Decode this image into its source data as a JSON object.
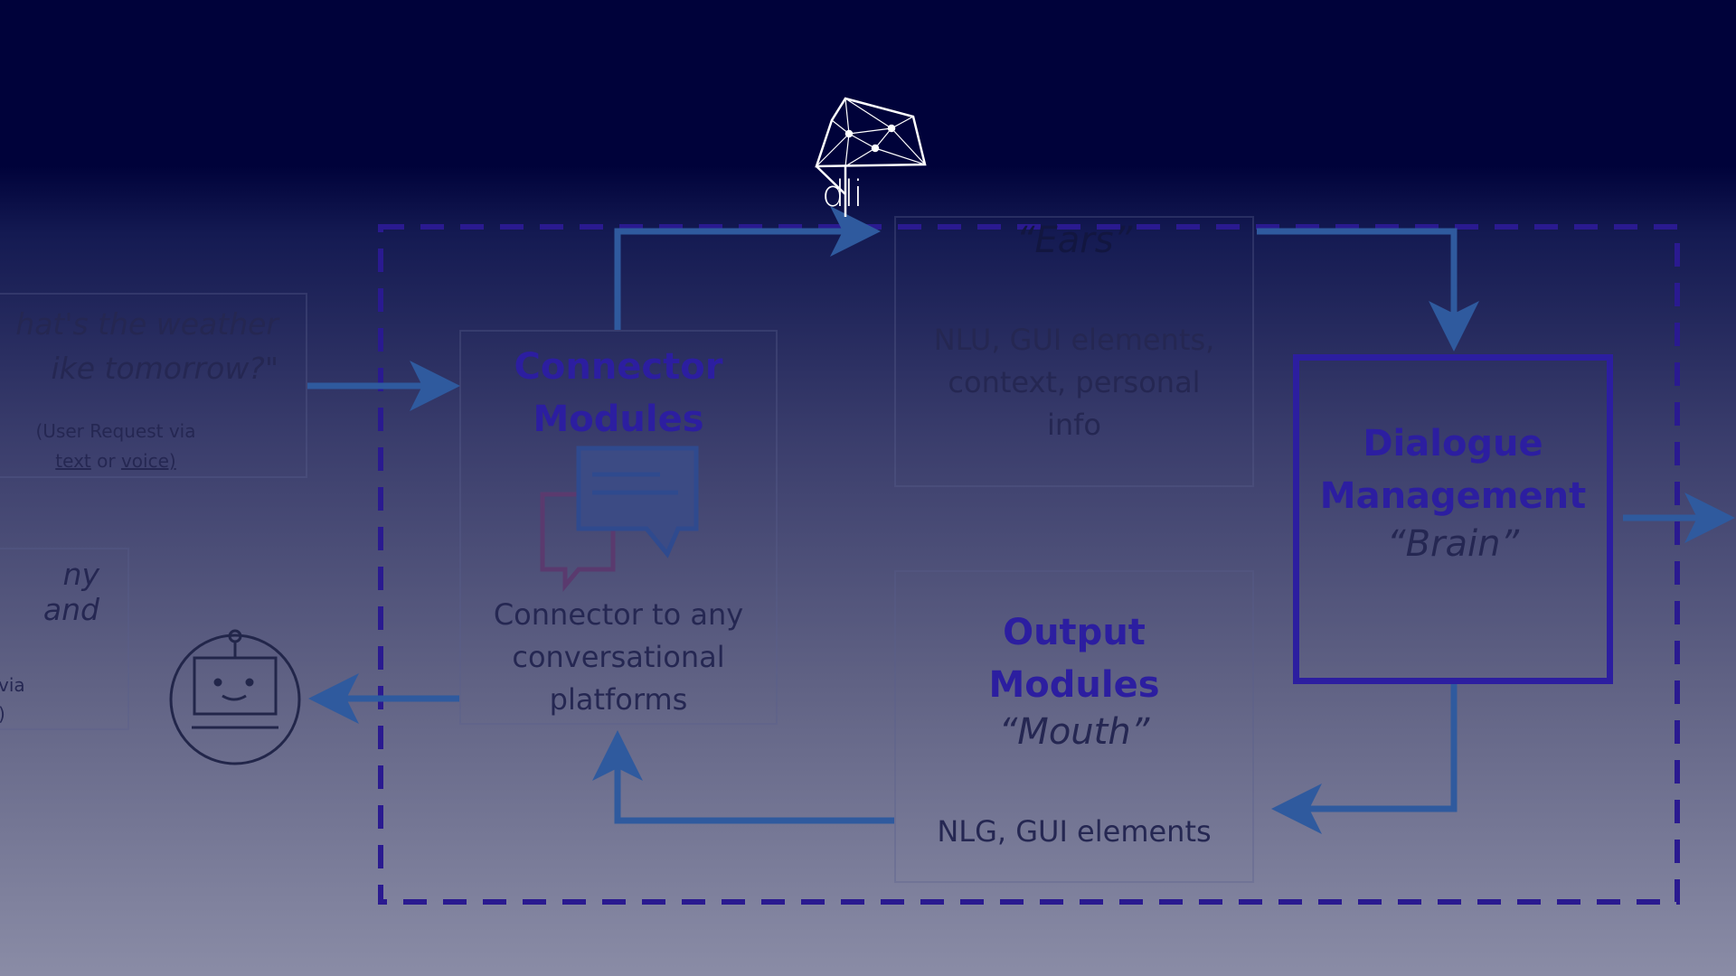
{
  "logo": {
    "text": "dli"
  },
  "request_bubble": {
    "quote_line1": "hat's the weather",
    "quote_line2": "ike tomorrow?\"",
    "caption_line1": "(User Request via",
    "caption_text": "text",
    "caption_or": " or ",
    "caption_voice": "voice)"
  },
  "response_bubble": {
    "quote": "ny and",
    "caption_line1": "via",
    "caption_line2": ")"
  },
  "connector": {
    "title_line1": "Connector",
    "title_line2": "Modules",
    "desc_line1": "Connector to any",
    "desc_line2": "conversational",
    "desc_line3": "platforms"
  },
  "input_modules": {
    "nickname": "“Ears”",
    "desc_line1": "NLU, GUI elements,",
    "desc_line2": "context, personal",
    "desc_line3": "info"
  },
  "output_modules": {
    "title_line1": "Output",
    "title_line2": "Modules",
    "nickname": "“Mouth”",
    "desc": "NLG, GUI elements"
  },
  "dialogue": {
    "title_line1": "Dialogue",
    "title_line2": "Management",
    "nickname": "“Brain”"
  },
  "colors": {
    "header": "#00023a",
    "accent": "#2c1ea0",
    "arrow": "#2f5a9e"
  }
}
